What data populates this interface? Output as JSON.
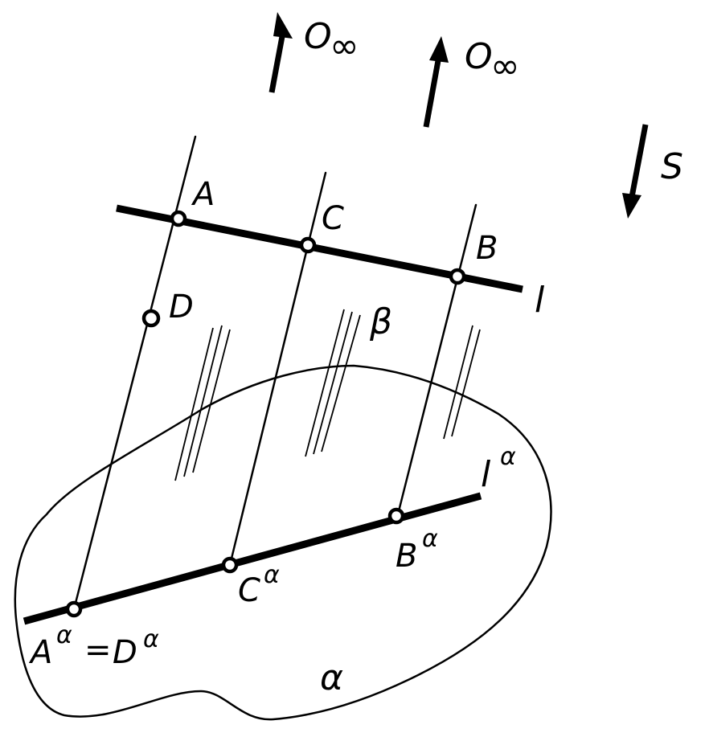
{
  "labels": {
    "o_inf_1": "O",
    "o_inf_1_sub": "∞",
    "o_inf_2": "O",
    "o_inf_2_sub": "∞",
    "s": "S",
    "a": "A",
    "c": "C",
    "b": "B",
    "d": "D",
    "l": "l",
    "beta": "β",
    "l_alpha": "l",
    "l_alpha_sup": "α",
    "b_alpha": "B",
    "b_alpha_sup": "α",
    "c_alpha": "C",
    "c_alpha_sup": "α",
    "a_alpha": "A",
    "a_alpha_sup": "α",
    "equals": "=",
    "d_alpha": "D",
    "d_alpha_sup": "α",
    "alpha": "α"
  }
}
